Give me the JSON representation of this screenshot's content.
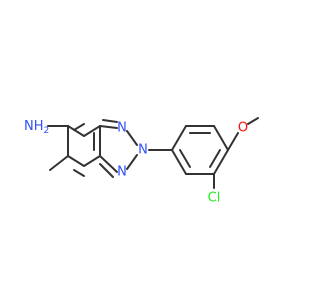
{
  "molecule": {
    "labels": {
      "nh2": "NH",
      "nh2_sub": "2",
      "n1": "N",
      "n2": "N",
      "n3": "N",
      "o": "O",
      "cl": "Cl"
    },
    "colors": {
      "bond": "#333333",
      "nitrogen": "#3050F8",
      "oxygen": "#FF0D0D",
      "chlorine": "#1FF01F",
      "background": "#ffffff"
    }
  }
}
